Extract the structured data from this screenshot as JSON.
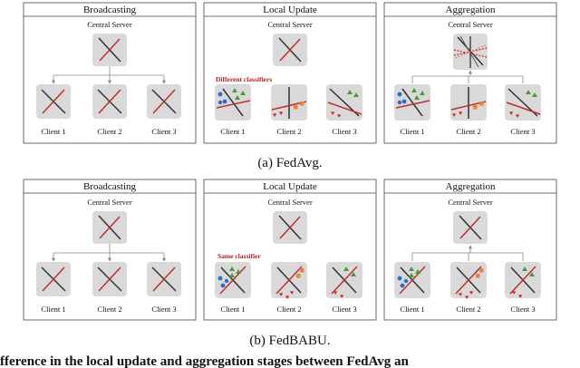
{
  "figure_a": {
    "caption": "(a) FedAvg.",
    "panels": [
      {
        "title": "Broadcasting",
        "server_label": "Central Server",
        "clients": [
          "Client 1",
          "Client 2",
          "Client 3"
        ]
      },
      {
        "title": "Local Update",
        "server_label": "Central Server",
        "annotation": "Different classifiers",
        "clients": [
          "Client 1",
          "Client 2",
          "Client 3"
        ]
      },
      {
        "title": "Aggregation",
        "server_label": "Central Server",
        "clients": [
          "Client 1",
          "Client 2",
          "Client 3"
        ]
      }
    ]
  },
  "figure_b": {
    "caption": "(b) FedBABU.",
    "panels": [
      {
        "title": "Broadcasting",
        "server_label": "Central Server",
        "clients": [
          "Client 1",
          "Client 2",
          "Client 3"
        ]
      },
      {
        "title": "Local Update",
        "server_label": "Central Server",
        "annotation": "Same classifier",
        "clients": [
          "Client 1",
          "Client 2",
          "Client 3"
        ]
      },
      {
        "title": "Aggregation",
        "server_label": "Central Server",
        "clients": [
          "Client 1",
          "Client 2",
          "Client 3"
        ]
      }
    ]
  },
  "bottom_text": "fference in the local update and aggregation stages between FedAvg an",
  "colors": {
    "box_fill": "#d9d9d9",
    "black_line": "#333333",
    "red_line": "#c0302b",
    "blue": "#2f6bc9",
    "green": "#4a9a3a",
    "red_heart": "#d8262a",
    "orange": "#e8833a",
    "annotation": "#b22222"
  }
}
